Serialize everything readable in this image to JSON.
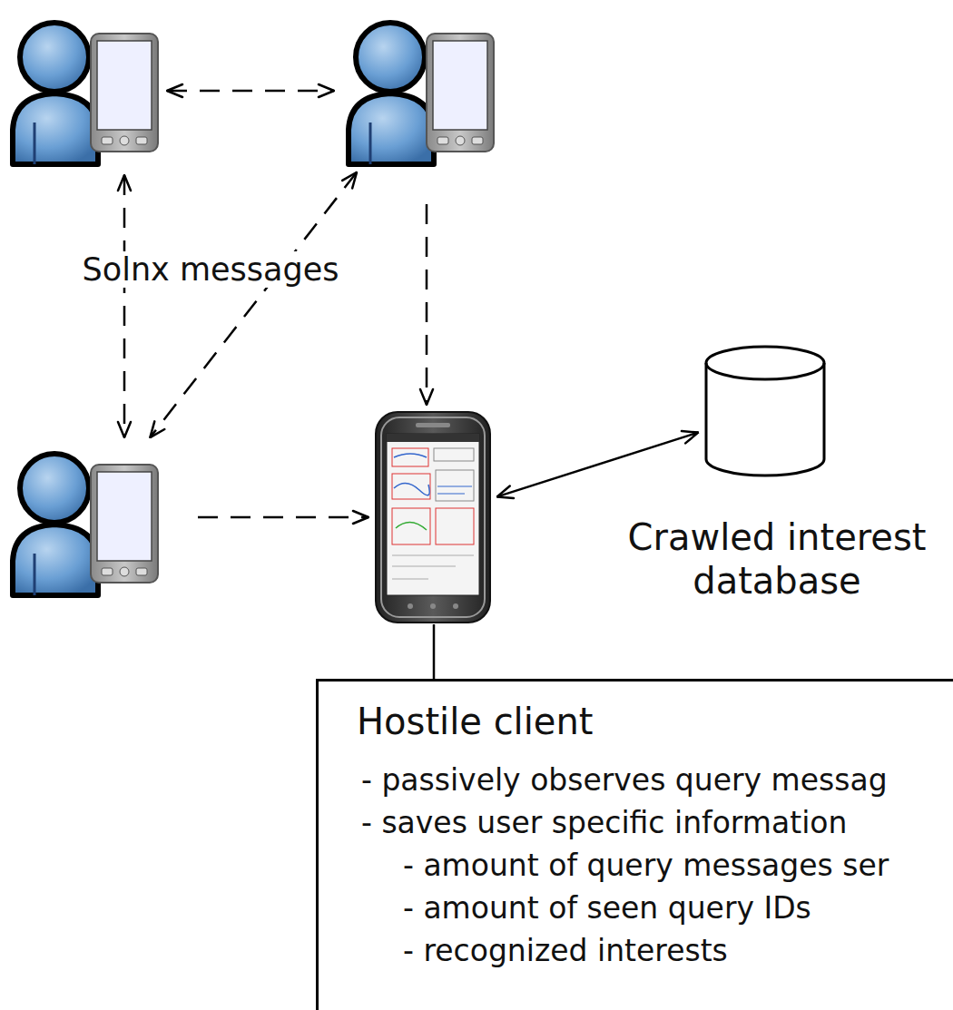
{
  "diagram": {
    "nodes": [
      {
        "text": []
      },
      {
        "text": []
      },
      {
        "text": []
      },
      {
        "text": []
      },
      {
        "text": [
          "Crawled interest database"
        ]
      },
      {
        "text": [
          "Hostile client",
          "- passively observes query messag",
          "- saves user specific information",
          "- amount of query messages ser",
          "- amount of seen query IDs",
          "- recognized interests"
        ]
      }
    ],
    "edges": [
      {
        "from": 0,
        "to": 1,
        "arrow": "both"
      },
      {
        "from": 0,
        "to": 2,
        "arrow": "both",
        "label": "Solnx messages"
      },
      {
        "from": 1,
        "to": 2,
        "arrow": "both"
      },
      {
        "from": 1,
        "to": 3,
        "arrow": "to"
      },
      {
        "from": 2,
        "to": 3,
        "arrow": "to"
      },
      {
        "from": 3,
        "to": 4,
        "arrow": "both"
      },
      {
        "from": 3,
        "to": 5,
        "arrow": "none"
      }
    ]
  }
}
